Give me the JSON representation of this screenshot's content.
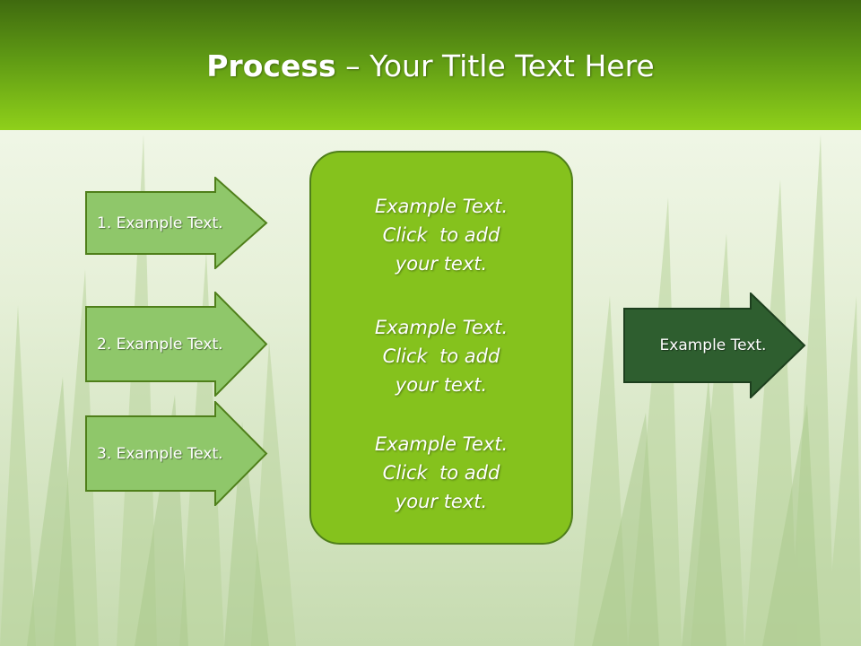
{
  "title": {
    "bold": "Process",
    "rest": " – Your Title Text Here"
  },
  "colors": {
    "header_top": "#3f6a0f",
    "header_bottom": "#8fd01a",
    "input_arrow_fill": "#8fc76a",
    "input_arrow_stroke": "#4f7f1a",
    "center_box_fill": "#85c21d",
    "output_arrow_fill": "#2e5e2f",
    "output_arrow_stroke": "#1d3f1e"
  },
  "inputs": [
    {
      "label": "1. Example Text."
    },
    {
      "label": "2. Example Text."
    },
    {
      "label": "3. Example Text."
    }
  ],
  "center": {
    "paragraphs": [
      "Example Text.\nClick  to add\nyour text.",
      "Example Text.\nClick  to add\nyour text.",
      "Example Text.\nClick  to add\nyour text."
    ]
  },
  "output": {
    "label": "Example Text."
  }
}
